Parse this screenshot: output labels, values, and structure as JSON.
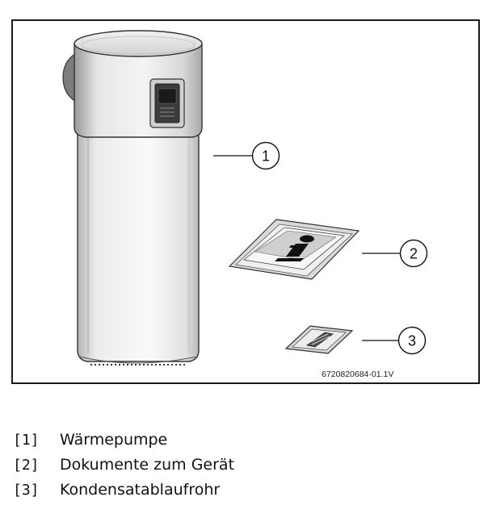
{
  "figure": {
    "id_label": "6720820684-01.1V",
    "callouts": [
      "1",
      "2",
      "3"
    ]
  },
  "legend": [
    {
      "num": "[1]",
      "label": "Wärmepumpe"
    },
    {
      "num": "[2]",
      "label": "Dokumente zum Gerät"
    },
    {
      "num": "[3]",
      "label": "Kondensatablaufrohr"
    }
  ]
}
